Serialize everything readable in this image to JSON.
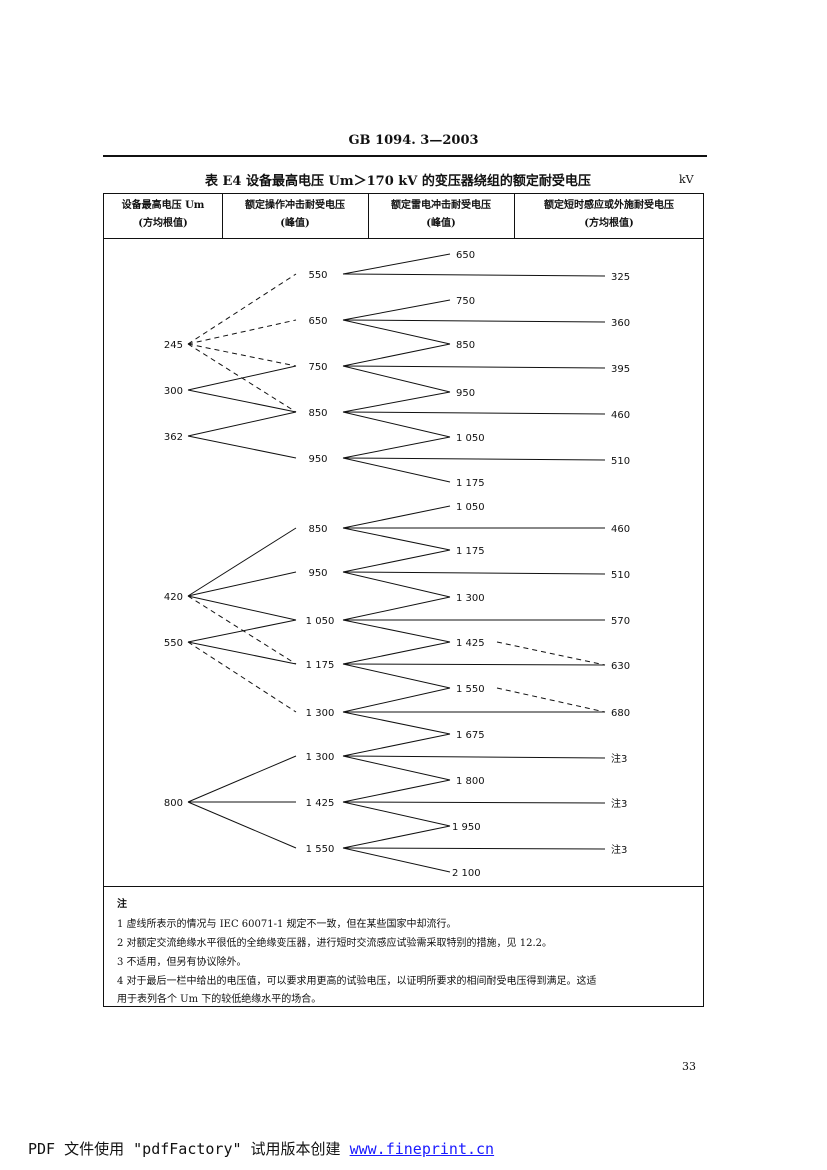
{
  "header": {
    "standard_code": "GB 1094. 3—2003",
    "table_title": "表 E4   设备最高电压 Um＞170 kV 的变压器绕组的额定耐受电压",
    "unit": "kV"
  },
  "columns": [
    {
      "line1": "设备最高电压 Um",
      "line2": "(方均根值)"
    },
    {
      "line1": "额定操作冲击耐受电压",
      "line2": "(峰值)"
    },
    {
      "line1": "额定雷电冲击耐受电压",
      "line2": "(峰值)"
    },
    {
      "line1": "额定短时感应或外施耐受电压",
      "line2": "(方均根值)"
    }
  ],
  "diagram": {
    "um": [
      "245",
      "300",
      "362",
      "420",
      "550",
      "800"
    ],
    "switching_impulse": [
      "550",
      "650",
      "750",
      "850",
      "950",
      "850",
      "950",
      "1 050",
      "1 175",
      "1 300",
      "1 300",
      "1 425",
      "1 550"
    ],
    "lightning_impulse": [
      "650",
      "750",
      "850",
      "950",
      "1 050",
      "1 175",
      "1 050",
      "1 175",
      "1 300",
      "1 425",
      "1 550",
      "1 675",
      "1 800",
      "1 950",
      "2 100"
    ],
    "short_duration": [
      "325",
      "360",
      "395",
      "460",
      "510",
      "460",
      "510",
      "570",
      "630",
      "680",
      "注3",
      "注3",
      "注3"
    ]
  },
  "notes": {
    "heading": "注",
    "items": [
      "1   虚线所表示的情况与 IEC 60071-1 规定不一致，但在某些国家中却流行。",
      "2   对额定交流绝缘水平很低的全绝缘变压器，进行短时交流感应试验需采取特别的措施，见 12.2。",
      "3   不适用，但另有协议除外。",
      "4   对于最后一栏中给出的电压值，可以要求用更高的试验电压，以证明所要求的相间耐受电压得到满足。这适",
      "     用于表列各个 Um 下的较低绝缘水平的场合。"
    ]
  },
  "page_number": "33",
  "footer": {
    "text": "PDF 文件使用 \"pdfFactory\" 试用版本创建 ",
    "link": "www.fineprint.cn"
  }
}
